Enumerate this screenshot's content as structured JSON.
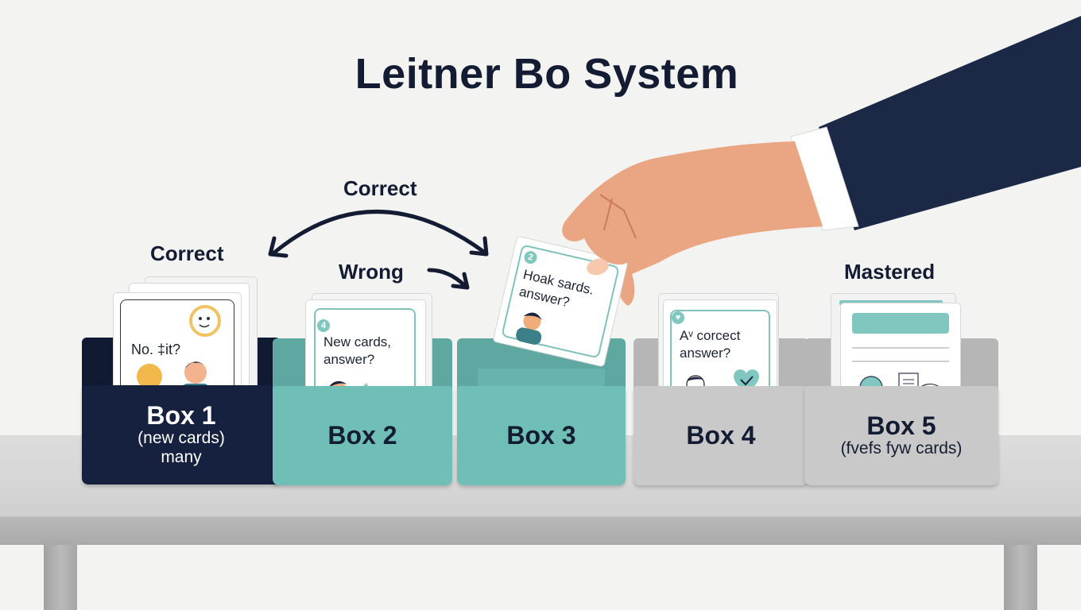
{
  "title": "Leitner Bo System",
  "flow_labels": {
    "correct_top": "Correct",
    "correct_left": "Correct",
    "wrong": "Wrong",
    "mastered": "Mastered"
  },
  "boxes": [
    {
      "name": "Box 1",
      "sub1": "(new cards)",
      "sub2": "many",
      "color": "#16213f",
      "text_color": "#ffffff",
      "card": {
        "text": "No. ‡it?",
        "icons": [
          "sun-face-icon",
          "hand-icon",
          "person-icon"
        ]
      }
    },
    {
      "name": "Box 2",
      "sub1": "",
      "sub2": "",
      "color": "#6fbfb7",
      "text_color": "#141c33",
      "card": {
        "badge": "4",
        "text1": "New cards,",
        "text2": "answer?",
        "icons": [
          "person-icon",
          "bird-icon"
        ]
      }
    },
    {
      "name": "Box 3",
      "sub1": "",
      "sub2": "",
      "color": "#6fbfb7",
      "text_color": "#141c33",
      "card": {
        "badge": "2",
        "text1": "Hoak sards.",
        "text2": "answer?",
        "icons": [
          "person-icon"
        ]
      }
    },
    {
      "name": "Box 4",
      "sub1": "",
      "sub2": "",
      "color": "#c9c9c9",
      "text_color": "#141c33",
      "card": {
        "text1": "Aᵛ corcect",
        "text2": "answer?",
        "icons": [
          "person-icon",
          "heart-check-icon"
        ]
      }
    },
    {
      "name": "Box 5",
      "sub1": "(fvefs fyw cards)",
      "sub2": "",
      "color": "#c9c9c9",
      "text_color": "#141c33",
      "card": {
        "icons": [
          "globe-icon",
          "document-icon",
          "cat-icon"
        ]
      }
    }
  ],
  "colors": {
    "background": "#f3f3f1",
    "navy": "#16213f",
    "teal": "#6fbfb7",
    "gray_box": "#c9c9c9",
    "skin": "#eaa583",
    "sleeve": "#1b2947"
  }
}
